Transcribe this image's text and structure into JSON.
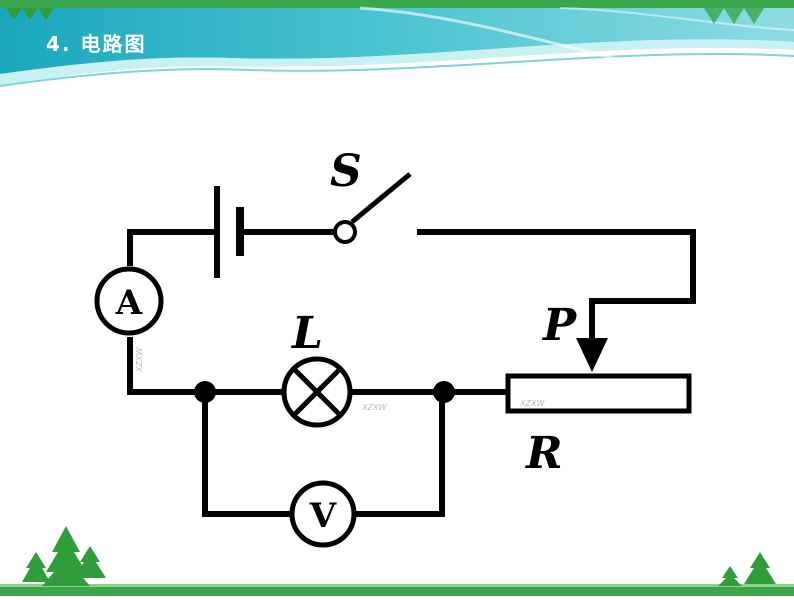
{
  "header": {
    "title": "4. 电路图"
  },
  "diagram": {
    "labels": {
      "switch": "S",
      "lamp": "L",
      "slider": "P",
      "resistor": "R"
    },
    "meters": {
      "ammeter": "A",
      "voltmeter": "V"
    },
    "watermark": "XZXW",
    "colors": {
      "header_teal": "#2ab7c8",
      "header_green": "#3aa84a",
      "tree_green": "#2f9e3a",
      "ground_green": "#3da64a",
      "wire": "#000000"
    }
  }
}
